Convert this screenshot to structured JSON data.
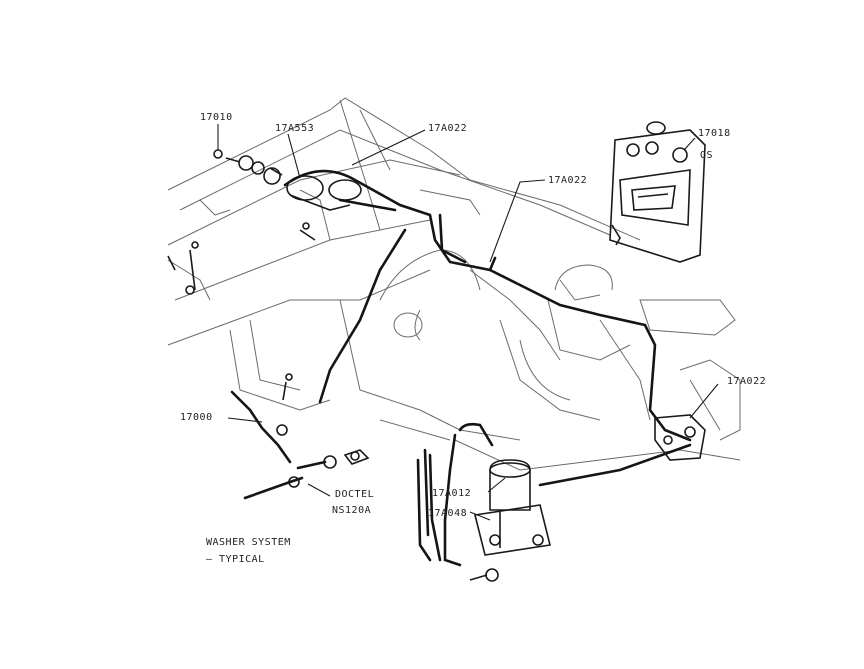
{
  "callouts": {
    "c1": "17010",
    "c2": "17A553",
    "c3": "17A022",
    "c4": "17A022",
    "c5": "17018",
    "c5b": "QS",
    "c6": "17A022",
    "c7": "17000",
    "c8": "17A012",
    "c9": "17A048",
    "c10a": "DOCTEL",
    "c10b": "NS120A"
  },
  "caption": {
    "line1": "WASHER SYSTEM",
    "line2": "— TYPICAL"
  },
  "colors": {
    "ink": "#1a1a1a",
    "body_lines": "#6b6b6b",
    "background": "#ffffff"
  }
}
